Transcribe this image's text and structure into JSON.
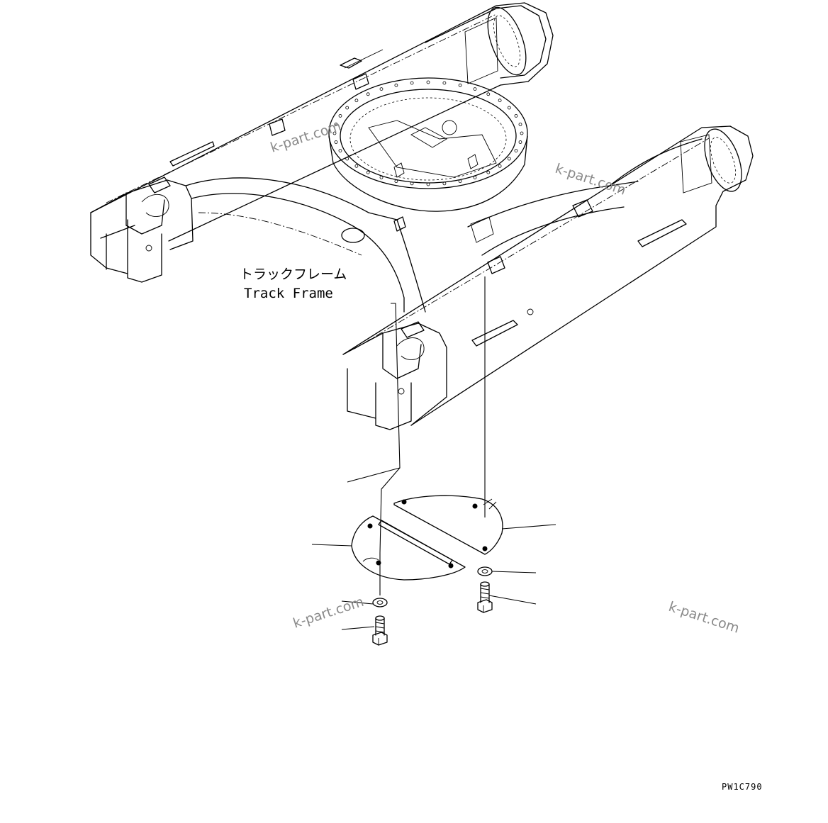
{
  "labels": {
    "part_name_jp": "トラックフレーム",
    "part_name_en": "Track Frame",
    "drawing_code": "PW1C790"
  },
  "watermarks": [
    "k-part.com",
    "k-part.com",
    "k-part.com",
    "k-part.com"
  ]
}
